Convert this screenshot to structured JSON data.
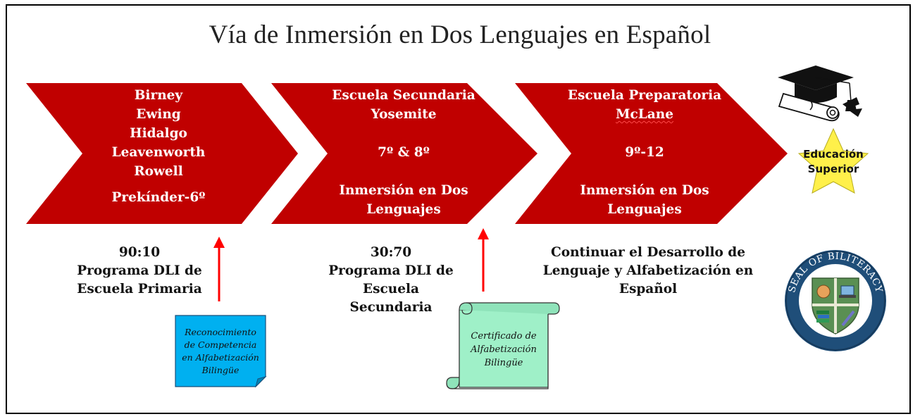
{
  "title": "Vía de Inmersión en Dos Lenguajes en Español",
  "stages": [
    {
      "lines": [
        "Birney",
        "Ewing",
        "Hidalgo",
        "Leavenworth",
        "Rowell",
        "",
        "Prekínder-6º"
      ],
      "program": [
        "90:10",
        "Programa DLI de",
        "Escuela Primaria"
      ]
    },
    {
      "lines": [
        "Escuela Secundaria",
        "Yosemite",
        "",
        "7º & 8º",
        "",
        "Inmersión en Dos",
        "Lenguajes"
      ],
      "program": [
        "30:70",
        "Programa DLI de",
        "Escuela",
        "Secundaria"
      ]
    },
    {
      "lines": [
        "Escuela Preparatoria",
        "McLane",
        "",
        "9º-12",
        "",
        "Inmersión en Dos",
        "Lenguajes"
      ],
      "program": [
        "Continuar el Desarrollo de",
        "Lenguaje y Alfabetización en",
        "Español"
      ]
    }
  ],
  "notes": {
    "recognition": [
      "Reconocimiento",
      "de Competencia",
      "en Alfabetización",
      "Bilingüe"
    ],
    "certificate": [
      "Certificado de",
      "Alfabetización",
      "Bilingüe"
    ]
  },
  "star_label": [
    "Educación",
    "Superior"
  ],
  "seal_label": "SEAL OF BILITERACY",
  "colors": {
    "chevron": "#c00000",
    "arrow": "#ff0000",
    "recognition_note": "#00b0f0",
    "certificate_scroll": "#9ff0c8",
    "star": "#fff04a",
    "seal_ring": "#1f4e79",
    "seal_shield": "#5a8f53"
  },
  "icons": [
    "graduation-cap-icon",
    "diploma-icon",
    "star-icon",
    "seal-of-biliteracy-icon"
  ]
}
